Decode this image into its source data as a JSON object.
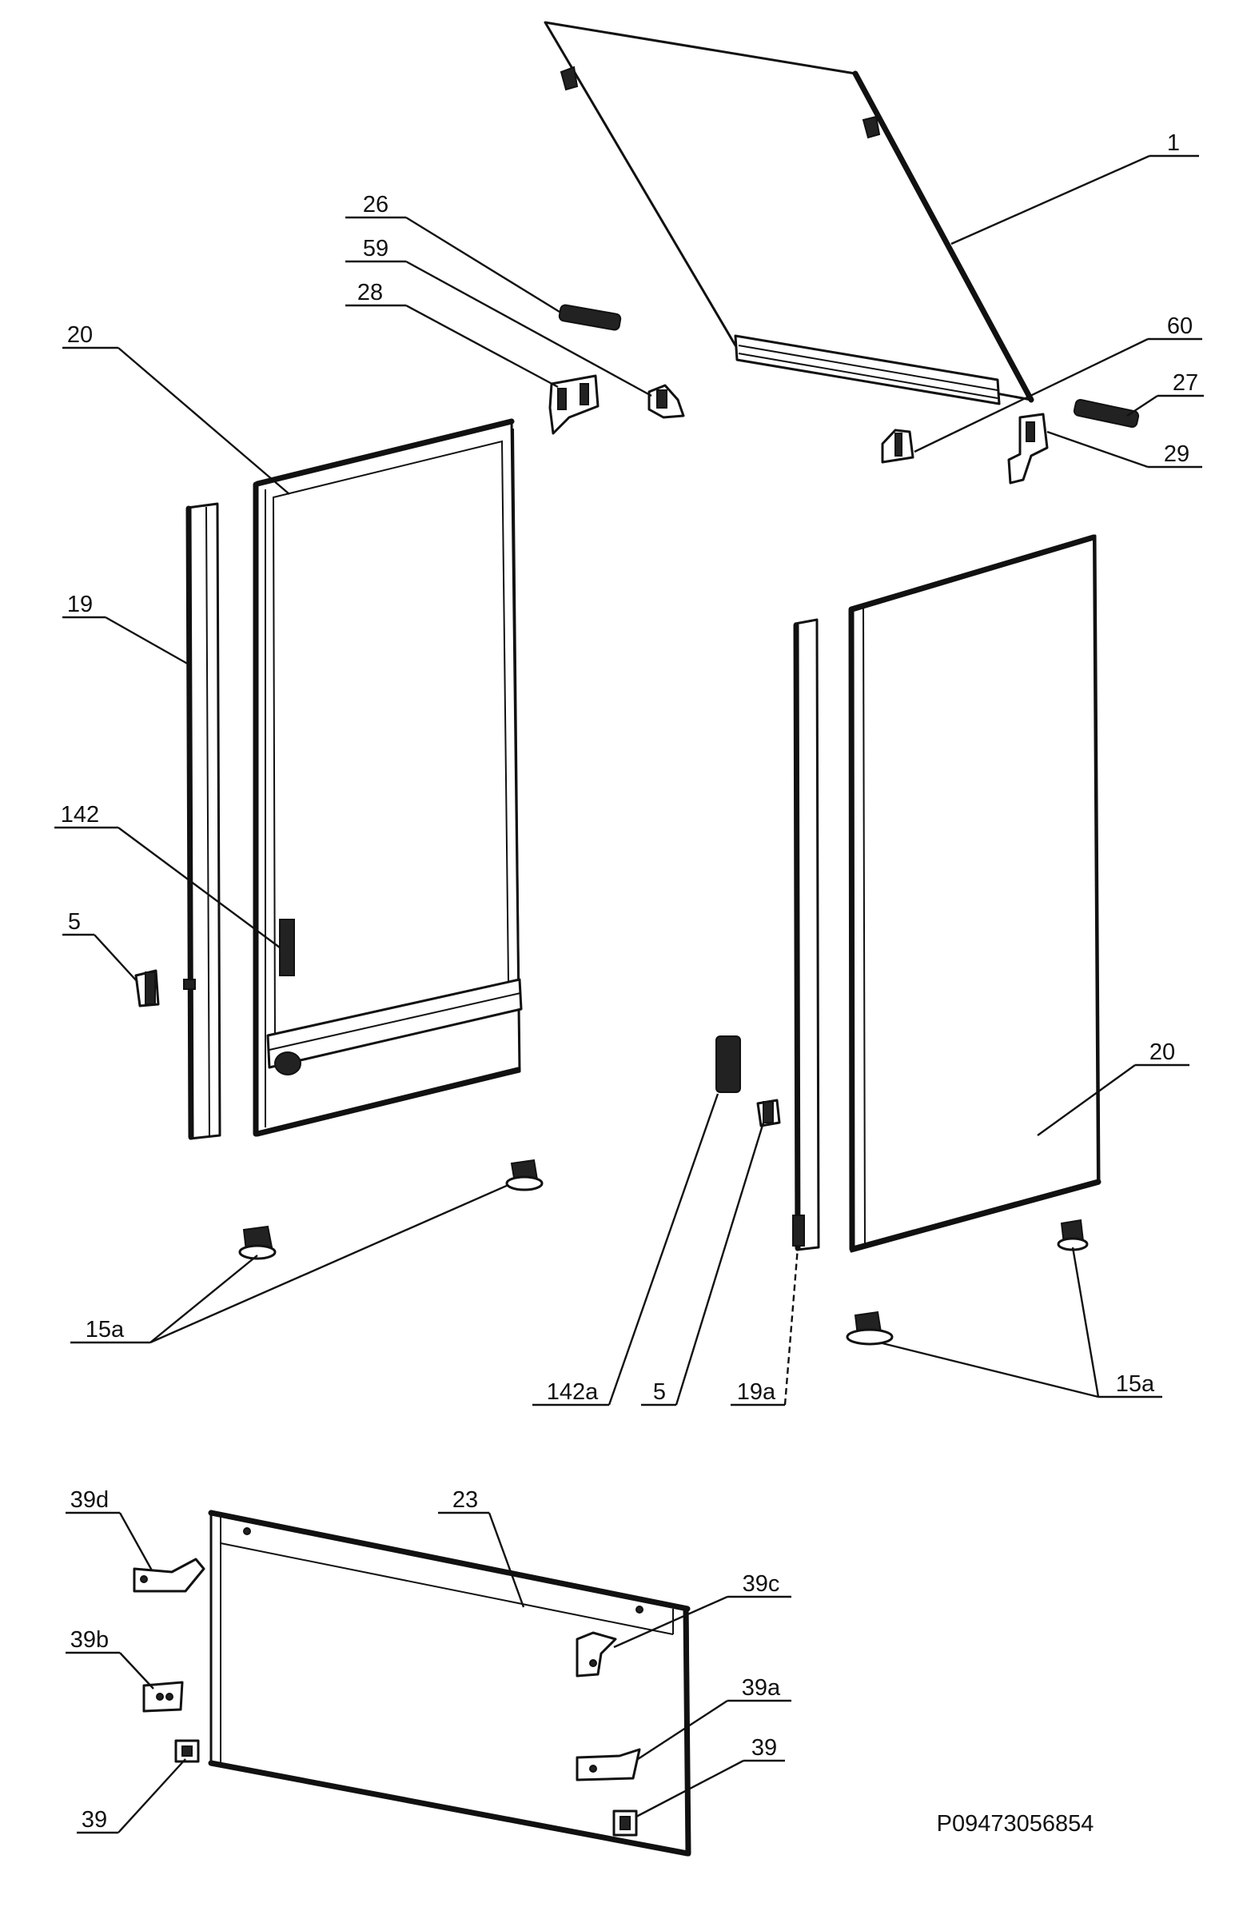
{
  "labels": {
    "l1": "1",
    "l26": "26",
    "l59": "59",
    "l28": "28",
    "l60": "60",
    "l27": "27",
    "l29": "29",
    "l20a": "20",
    "l19": "19",
    "l142": "142",
    "l5a": "5",
    "l20b": "20",
    "l15a_left": "15a",
    "l142a": "142a",
    "l5b": "5",
    "l19a": "19a",
    "l15a_right": "15a",
    "l39d": "39d",
    "l23": "23",
    "l39c": "39c",
    "l39b": "39b",
    "l39a": "39a",
    "l39_right": "39",
    "l39_left": "39"
  },
  "diagram_code": "P09473056854"
}
